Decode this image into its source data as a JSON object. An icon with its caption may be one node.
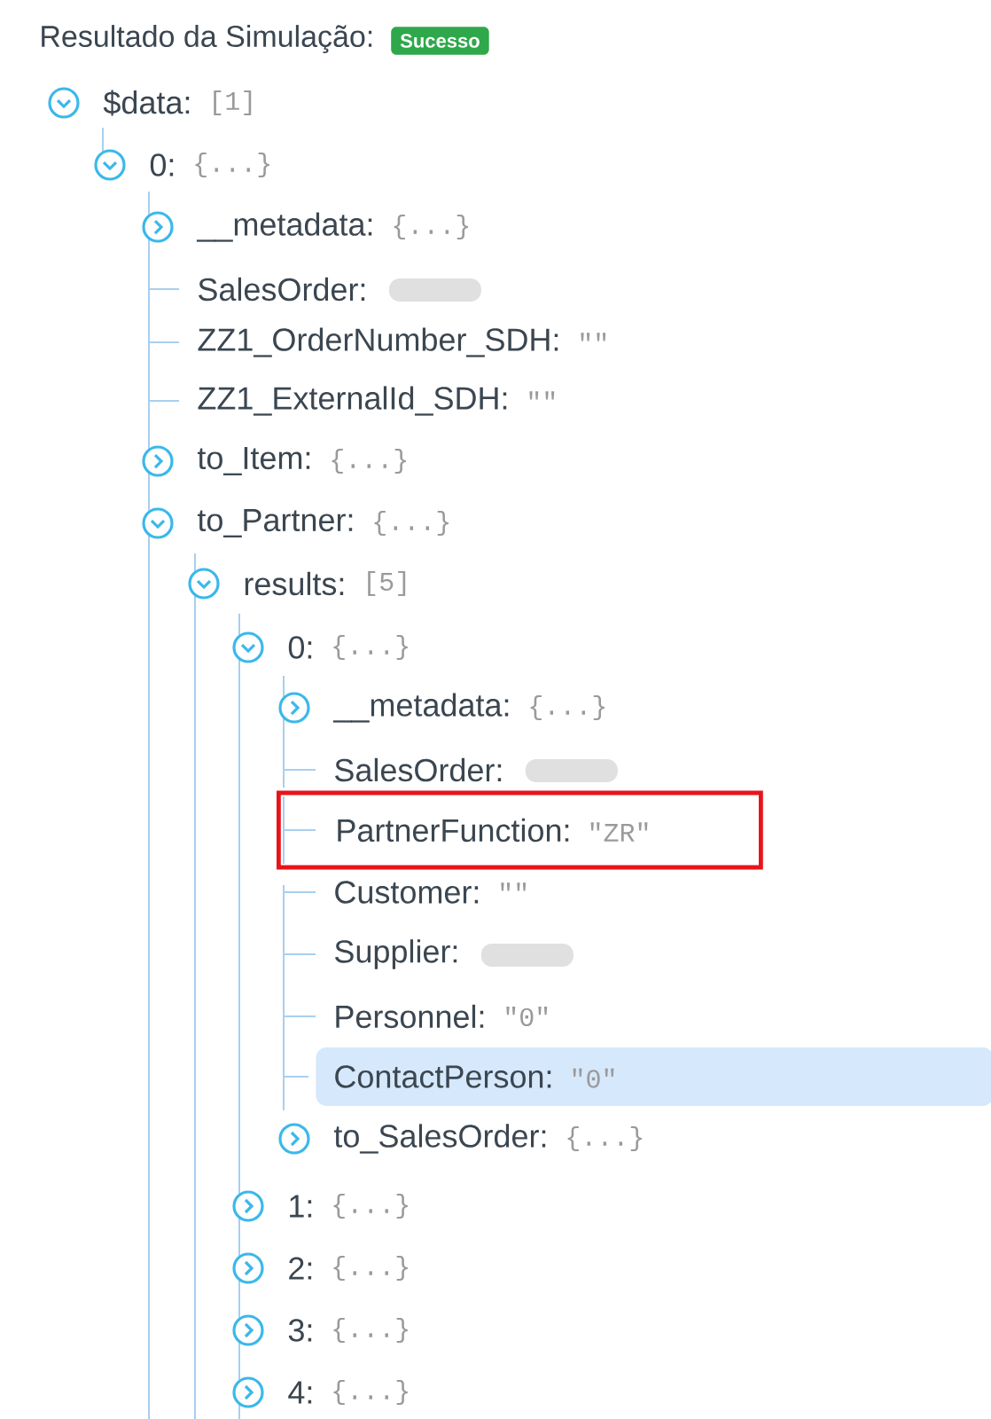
{
  "diagram": {
    "nodes": [
      {
        "text": [
          "Sucesso"
        ]
      },
      {
        "text": [
          "PartnerFunction:",
          "\"ZR\""
        ]
      },
      {
        "text": [
          "ContactPerson:",
          "\"0\""
        ]
      }
    ],
    "labels": [
      "Resultado da Simulação:",
      "$data:",
      "[1]",
      "0:",
      "{...}",
      "__metadata:",
      "{...}",
      "SalesOrder:",
      "ZZ1_OrderNumber_SDH:",
      "\"\"",
      "ZZ1_ExternalId_SDH:",
      "\"\"",
      "to_Item:",
      "{...}",
      "to_Partner:",
      "{...}",
      "results:",
      "[5]",
      "0:",
      "{...}",
      "__metadata:",
      "{...}",
      "SalesOrder:",
      "Customer:",
      "\"\"",
      "Supplier:",
      "Personnel:",
      "\"0\"",
      "to_SalesOrder:",
      "{...}",
      "1:",
      "{...}",
      "2:",
      "{...}",
      "3:",
      "{...}",
      "4:",
      "{...}"
    ]
  }
}
